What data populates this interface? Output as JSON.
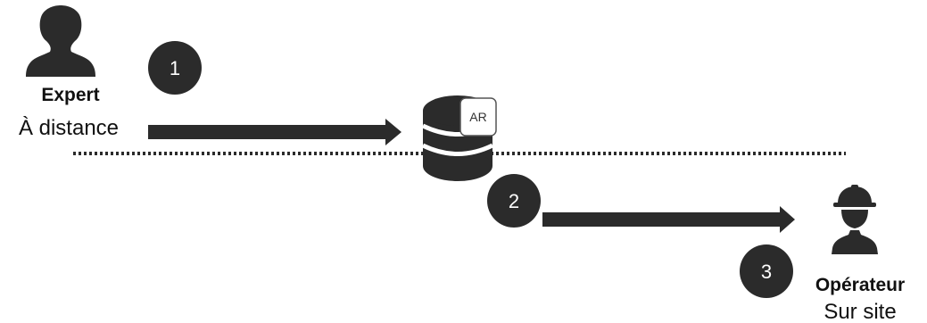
{
  "expert": {
    "icon": "person-icon",
    "title": "Expert",
    "subtitle": "À distance"
  },
  "operator": {
    "icon": "worker-hardhat-icon",
    "title": "Opérateur",
    "subtitle": "Sur site"
  },
  "storage": {
    "icon": "database-icon",
    "badge": "AR"
  },
  "steps": [
    {
      "label": "1"
    },
    {
      "label": "2"
    },
    {
      "label": "3"
    }
  ],
  "colors": {
    "dark": "#2b2b2b",
    "badge_border": "#555555",
    "background": "#ffffff"
  }
}
